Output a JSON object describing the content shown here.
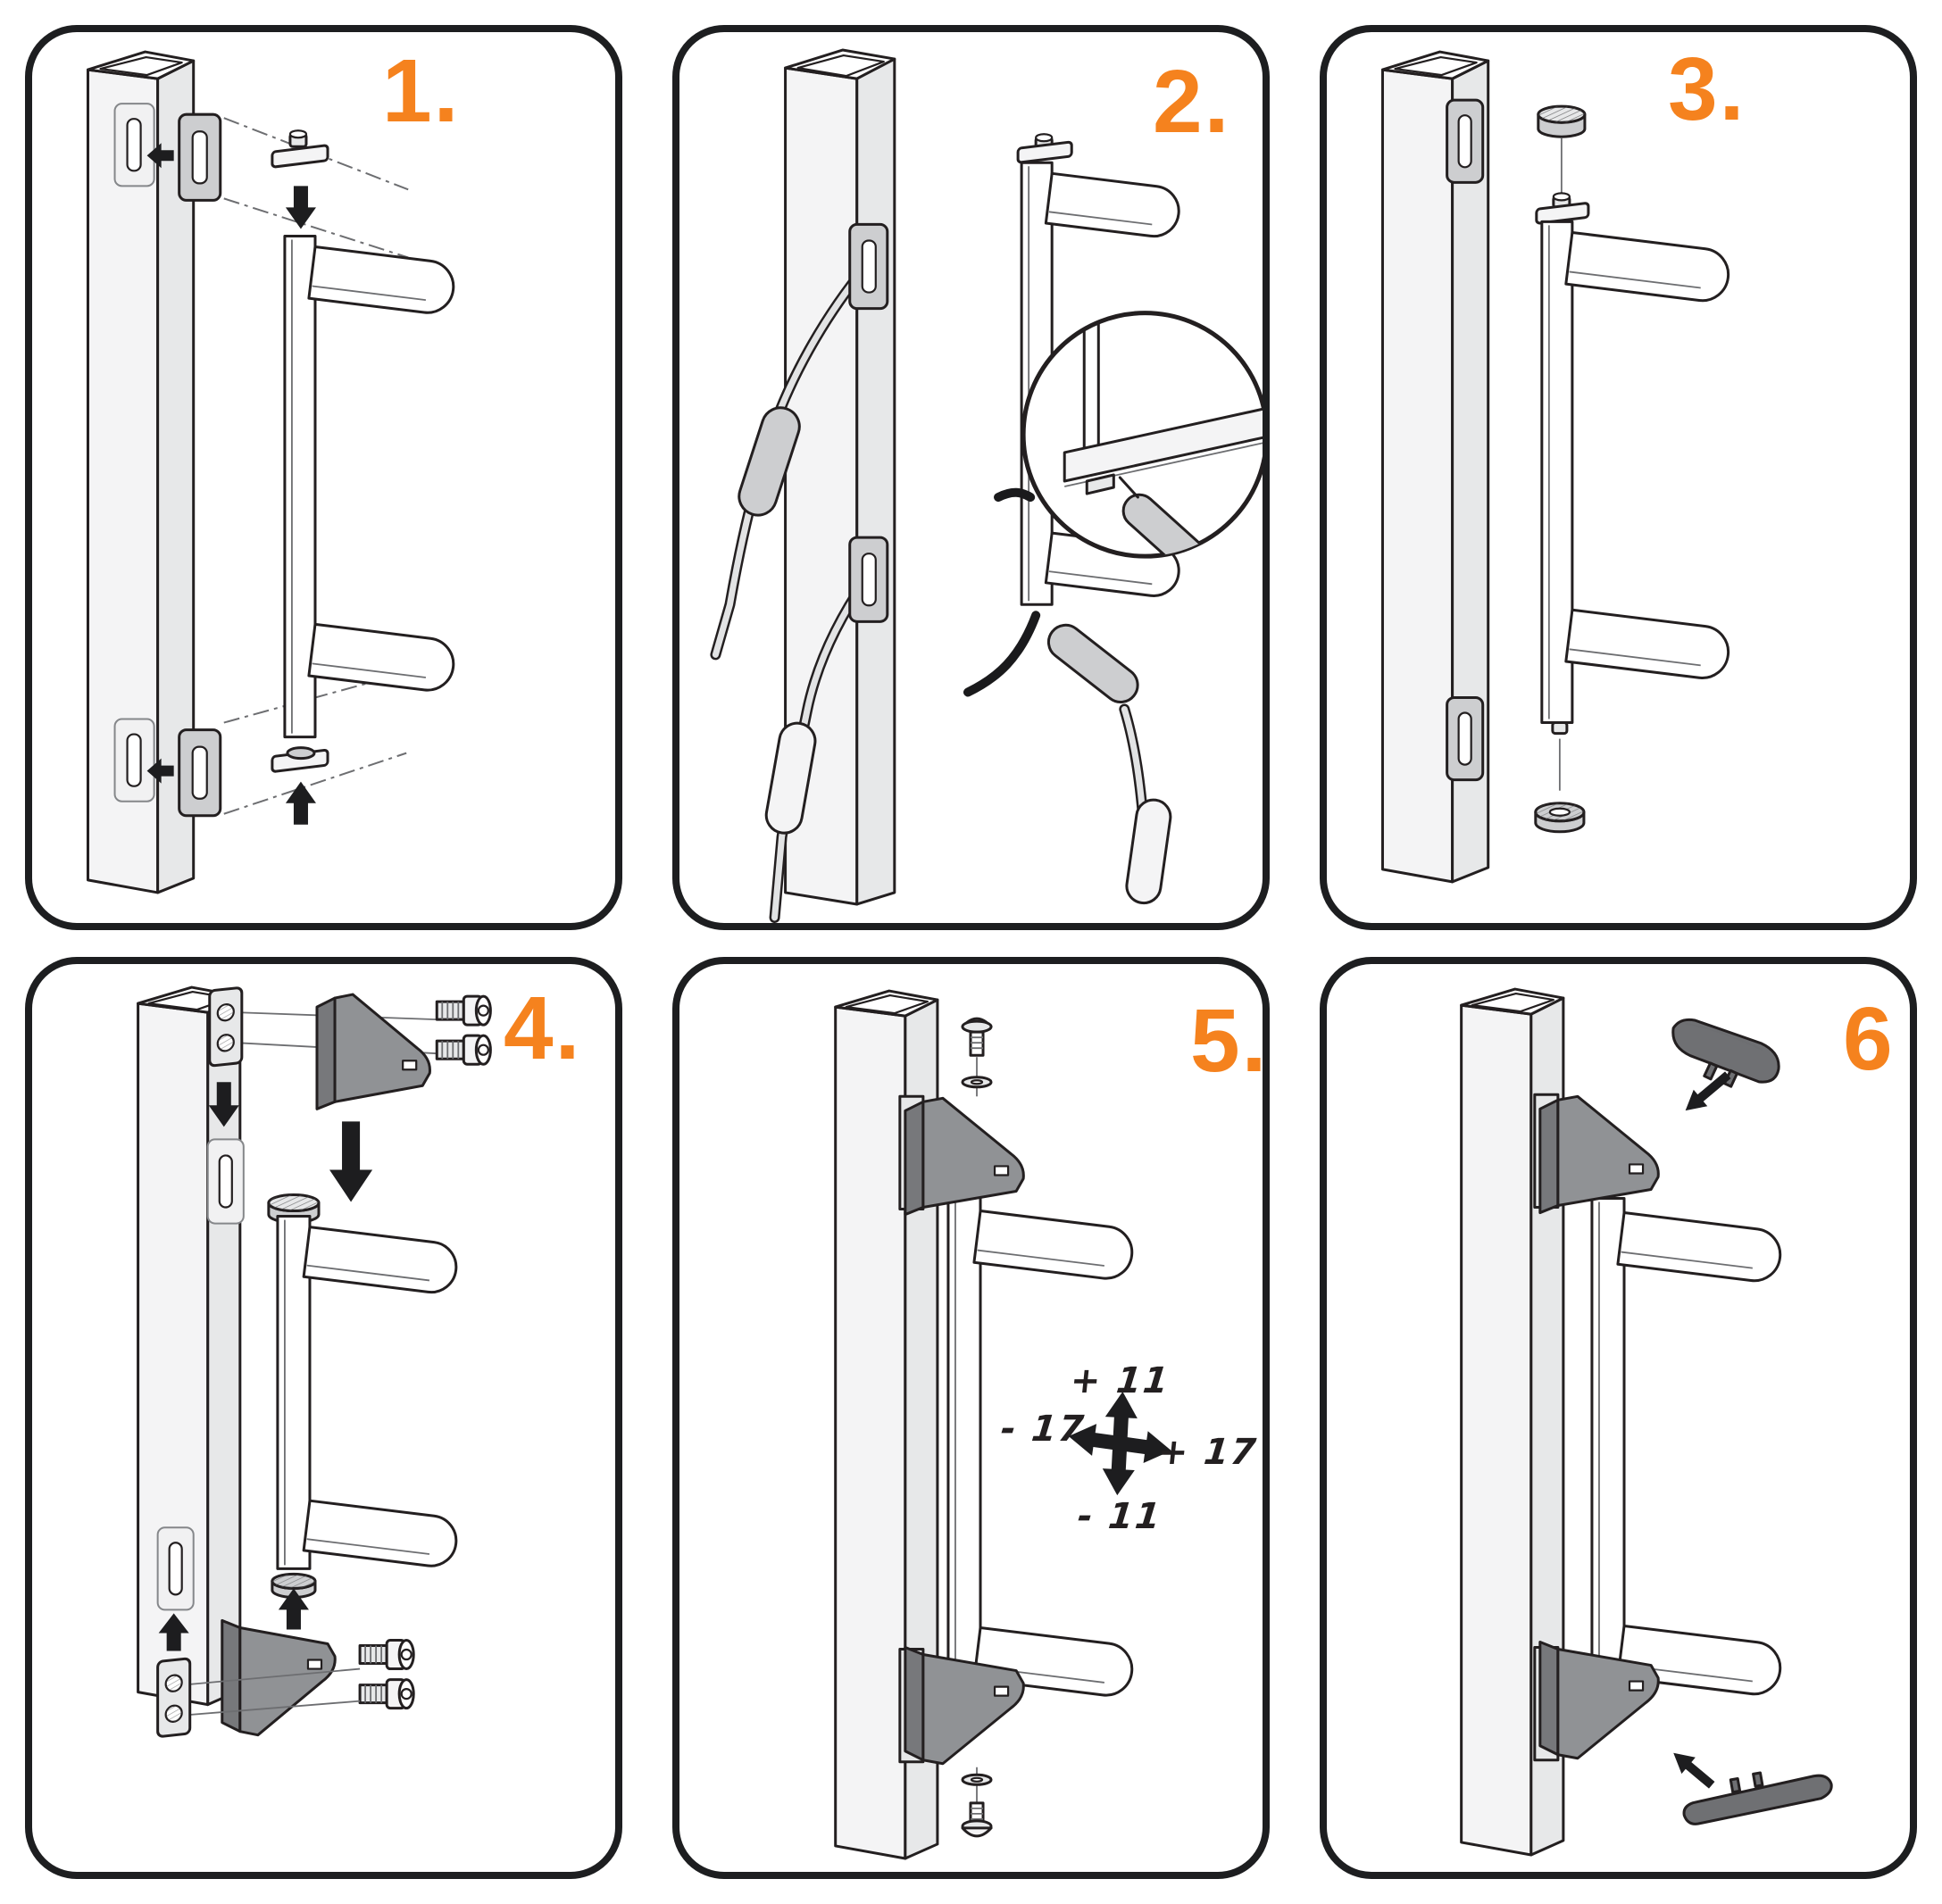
{
  "colors": {
    "accent": "#F5821E",
    "line": "#231F20",
    "part_dark_gray": "#909295",
    "part_light_gray": "#E7E8E9",
    "background": "#FFFFFF"
  },
  "panels": [
    {
      "step_label": "1."
    },
    {
      "step_label": "2."
    },
    {
      "step_label": "3."
    },
    {
      "step_label": "4."
    },
    {
      "step_label": "5.",
      "adjustment_labels": {
        "up": "+ 11",
        "left": "- 17",
        "right": "+ 17",
        "down": "- 11"
      }
    },
    {
      "step_label": "6"
    }
  ]
}
